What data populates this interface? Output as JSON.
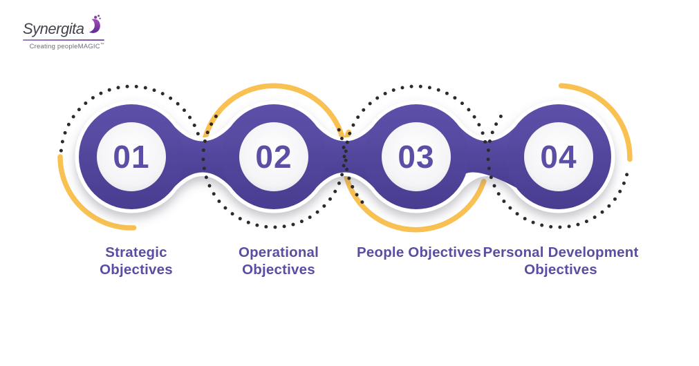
{
  "logo": {
    "brand": "Synergita",
    "tagline": "Creating peopleMAGIC",
    "mark": "™"
  },
  "steps": [
    {
      "number": "01",
      "label": "Strategic Objectives"
    },
    {
      "number": "02",
      "label": "Operational Objectives"
    },
    {
      "number": "03",
      "label": "People Objectives"
    },
    {
      "number": "04",
      "label": "Personal Development Objectives"
    }
  ],
  "colors": {
    "ring_purple": "#50449a",
    "number_purple": "#5b4fa5",
    "label_purple": "#5b4da1",
    "accent_yellow": "#f9c052",
    "dot_black": "#2b2b2b",
    "brand_purple": "#7d55a6"
  }
}
